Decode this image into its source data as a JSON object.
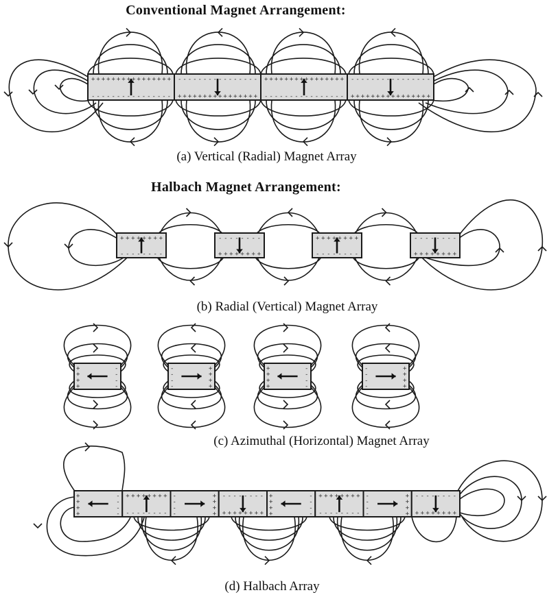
{
  "headings": {
    "conventional": "Conventional Magnet Arrangement:",
    "halbach": "Halbach Magnet Arrangement:"
  },
  "captions": {
    "a": "(a) Vertical (Radial) Magnet Array",
    "b": "(b) Radial (Vertical) Magnet Array",
    "c": "(c) Azimuthal (Horizontal) Magnet Array",
    "d": "(d) Halbach Array"
  },
  "arrays": {
    "a": {
      "magnets": [
        "up",
        "down",
        "up",
        "down"
      ]
    },
    "b": {
      "magnets": [
        "up",
        "down",
        "up",
        "down"
      ]
    },
    "c": {
      "magnets": [
        "left",
        "right",
        "left",
        "right"
      ]
    },
    "d": {
      "magnets": [
        "left",
        "up",
        "right",
        "down",
        "left",
        "up",
        "right",
        "down"
      ]
    }
  }
}
